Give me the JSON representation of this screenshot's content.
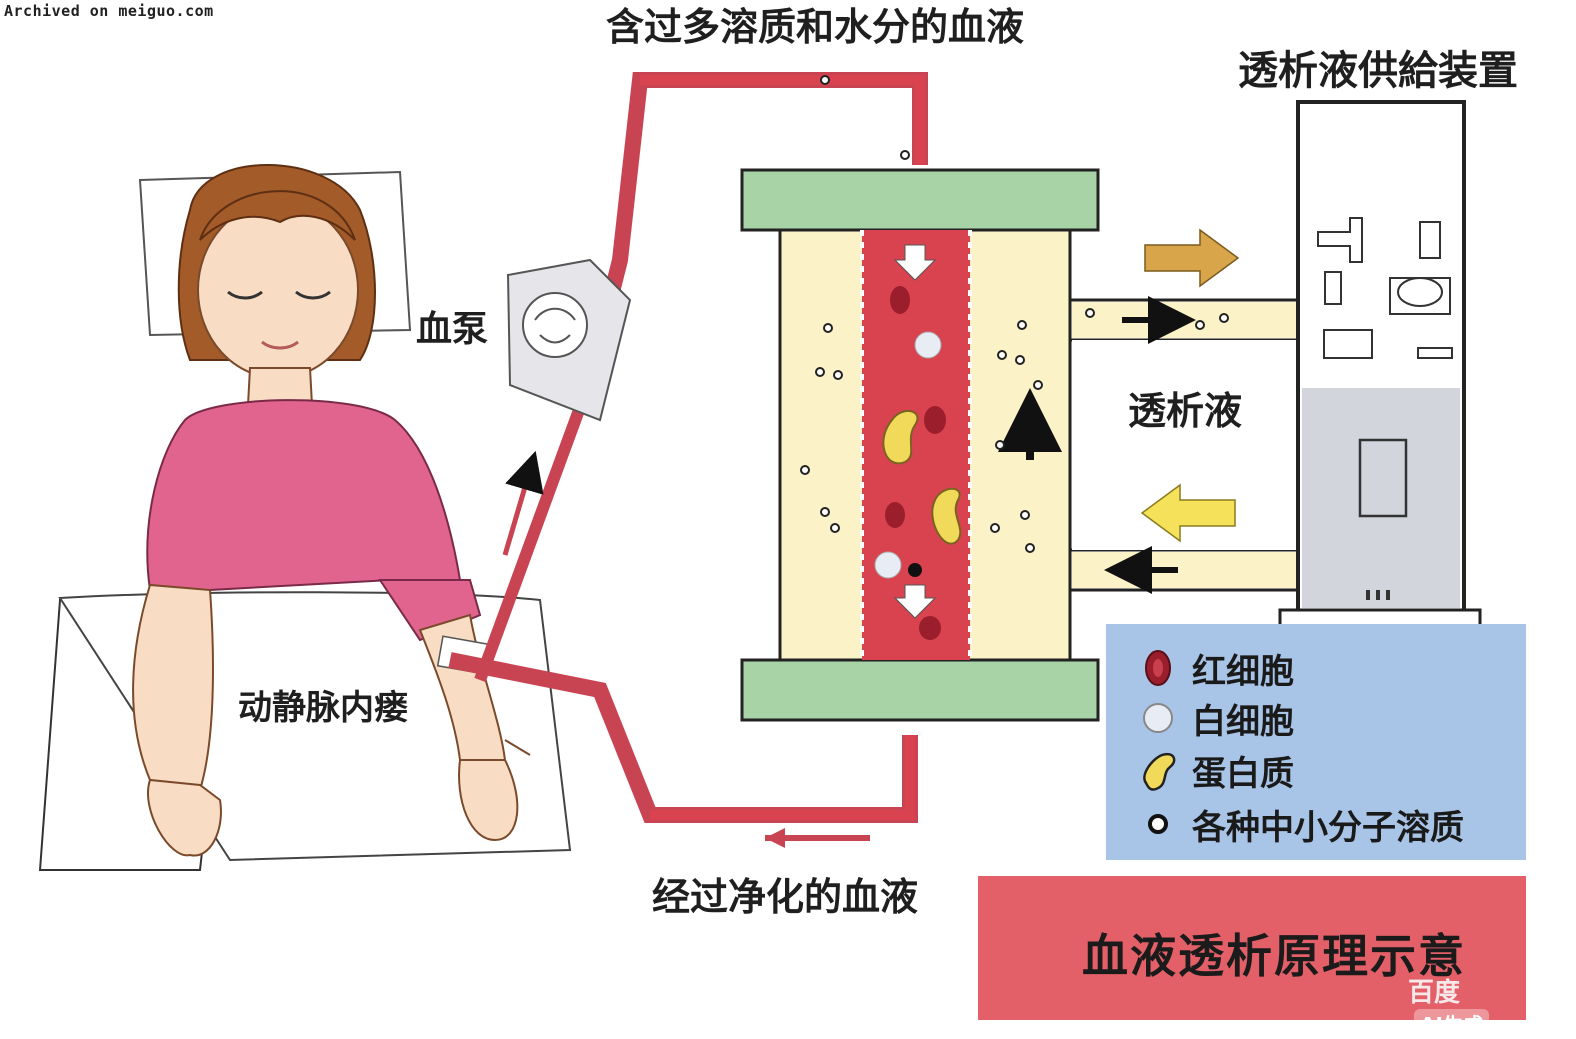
{
  "watermark": "Archived on meiguo.com",
  "labels": {
    "top_blood": "含过多溶质和水分的血液",
    "supply_device": "透析液供給装置",
    "blood_pump": "血泵",
    "dialysate": "透析液",
    "av_fistula": "动静脉内瘘",
    "clean_blood": "经过净化的血液"
  },
  "legend": [
    {
      "icon": "red-cell-icon",
      "label": "红细胞"
    },
    {
      "icon": "white-cell-icon",
      "label": "白细胞"
    },
    {
      "icon": "protein-icon",
      "label": "蛋白质"
    },
    {
      "icon": "solute-icon",
      "label": "各种中小分子溶质"
    }
  ],
  "title": "血液透析原理示意",
  "brand": {
    "name": "百度",
    "tag": "AI生成"
  },
  "colors": {
    "blood": "#d9434f",
    "blood_dark": "#8e2430",
    "tube": "#c94452",
    "dialyzer_fill": "#fbf2c8",
    "cap_green": "#a8d3a6",
    "legend_bg": "#a8c4e6",
    "title_bg": "#e46068",
    "arrow_orange": "#d9a54a",
    "arrow_yellow": "#f5e25a",
    "shirt_pink": "#e0648e",
    "hair_brown": "#a35b2a",
    "skin": "#f8dcc4"
  }
}
